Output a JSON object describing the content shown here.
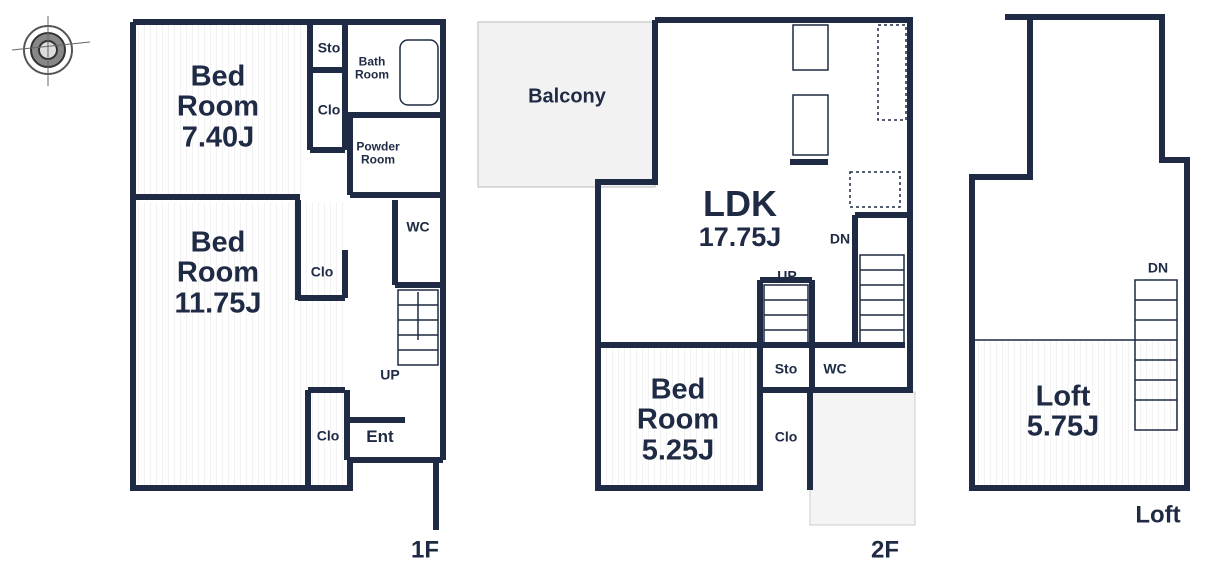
{
  "colors": {
    "wall": "#1f2a44",
    "balcony": "#f2f2f2",
    "floor_stripe": "#e8e8e8"
  },
  "compass": {
    "icon": "compass-rose-icon"
  },
  "floor1": {
    "bedroom1": {
      "line1": "Bed",
      "line2": "Room",
      "size": "7.40J"
    },
    "storage": "Sto",
    "bath": {
      "line1": "Bath",
      "line2": "Room"
    },
    "closet1": "Clo",
    "powder": {
      "line1": "Powder",
      "line2": "Room"
    },
    "bedroom2": {
      "line1": "Bed",
      "line2": "Room",
      "size": "11.75J"
    },
    "closet2": "Clo",
    "wc": "WC",
    "up": "UP",
    "closet3": "Clo",
    "entrance": "Ent",
    "label": "1F"
  },
  "floor2": {
    "balcony": "Balcony",
    "ldk": {
      "name": "LDK",
      "size": "17.75J"
    },
    "dn": "DN",
    "up": "UP",
    "bedroom": {
      "line1": "Bed",
      "line2": "Room",
      "size": "5.25J"
    },
    "storage": "Sto",
    "wc": "WC",
    "closet": "Clo",
    "label": "2F"
  },
  "loft": {
    "dn": "DN",
    "room": {
      "name": "Loft",
      "size": "5.75J"
    },
    "label": "Loft"
  }
}
